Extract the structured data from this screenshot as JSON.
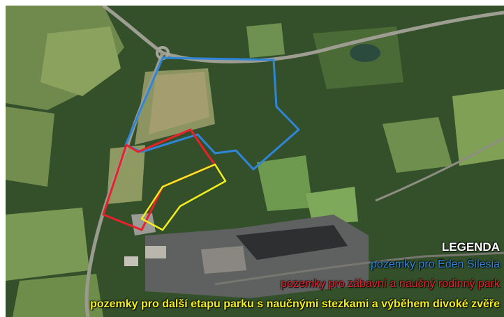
{
  "legend": {
    "title": "LEGENDA",
    "items": [
      {
        "label": "pozemky pro Eden Silesia",
        "color": "#2f86d9"
      },
      {
        "label": "pozemky pro zábavní a naučný rodinný park",
        "color": "#e8212a"
      },
      {
        "label": "pozemky pro další etapu parku s naučnými stezkami a výběhem divoké zvěře",
        "color": "#f2ee1d"
      }
    ],
    "title_color": "#ffffff"
  },
  "boundaries": [
    {
      "name": "Eden Silesia",
      "color": "#2f86d9"
    },
    {
      "name": "zábavní a naučný rodinný park",
      "color": "#e8212a"
    },
    {
      "name": "další etapa parku",
      "color": "#f2ee1d"
    }
  ]
}
